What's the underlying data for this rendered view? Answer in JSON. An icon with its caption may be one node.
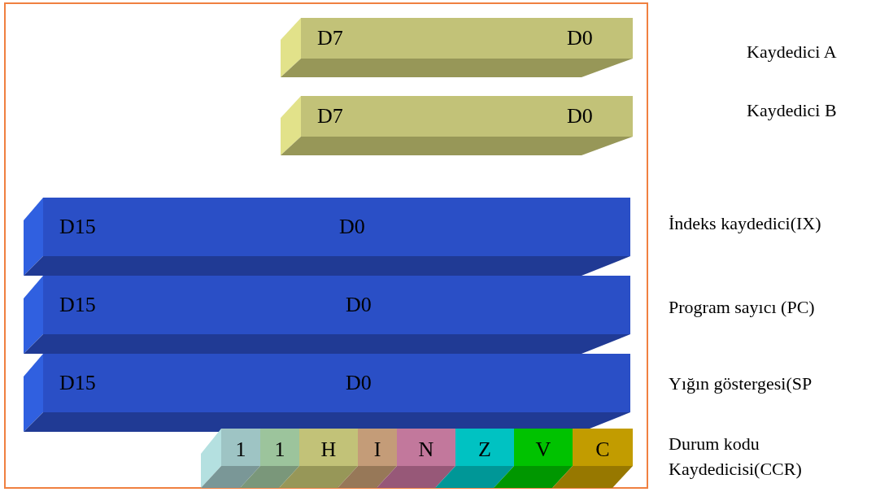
{
  "diagram": {
    "nodes": [
      {
        "text": [
          "D7",
          "D0"
        ]
      },
      {
        "text": [
          "D7",
          "D0"
        ]
      },
      {
        "text": [
          "D15",
          "D0"
        ],
        "beside": [
          "İndeks kaydedici(IX)"
        ]
      },
      {
        "text": [
          "D15",
          "D0"
        ],
        "beside": [
          "Program sayıcı (PC)"
        ]
      },
      {
        "text": [
          "D15",
          "D0"
        ],
        "beside": [
          "Yığın göstergesi(SP"
        ]
      },
      {
        "text": [
          "1"
        ]
      },
      {
        "text": [
          "1"
        ]
      },
      {
        "text": [
          "H"
        ]
      },
      {
        "text": [
          "I"
        ]
      },
      {
        "text": [
          "N"
        ]
      },
      {
        "text": [
          "Z"
        ]
      },
      {
        "text": [
          "V"
        ]
      },
      {
        "text": [
          "C"
        ]
      }
    ],
    "labels": [
      "Kaydedici A",
      "Kaydedici B",
      "Durum kodu Kaydedicisi(CCR)"
    ]
  }
}
